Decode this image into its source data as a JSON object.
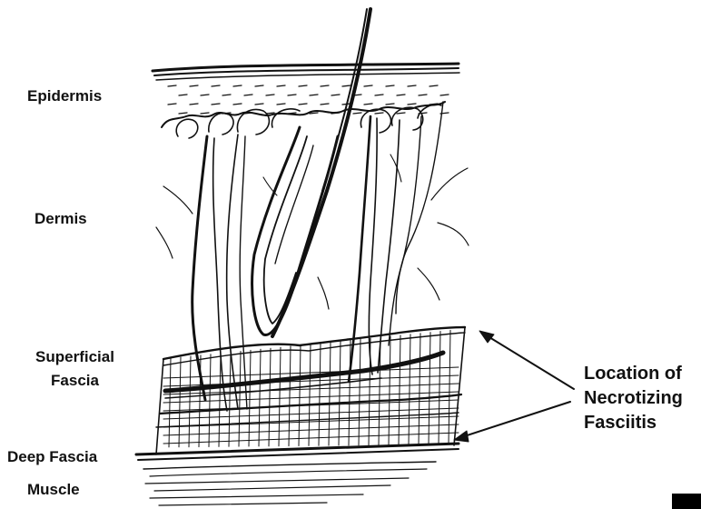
{
  "labels": {
    "epidermis": "Epidermis",
    "dermis": "Dermis",
    "superficial_fascia_line1": "Superficial",
    "superficial_fascia_line2": "Fascia",
    "deep_fascia": "Deep Fascia",
    "muscle": "Muscle"
  },
  "callout": {
    "line1": "Location of",
    "line2": "Necrotizing",
    "line3": "Fasciitis"
  },
  "colors": {
    "ink": "#111111",
    "background": "#ffffff"
  }
}
